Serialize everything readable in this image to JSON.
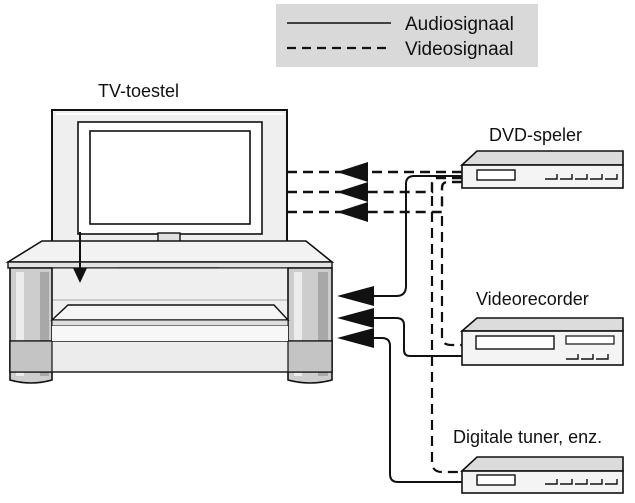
{
  "legend": {
    "audio_label": "Audiosignaal",
    "video_label": "Videosignaal"
  },
  "labels": {
    "tv": "TV-toestel",
    "dvd": "DVD-speler",
    "vcr": "Videorecorder",
    "tuner": "Digitale tuner, enz."
  },
  "colors": {
    "line": "#111111",
    "legend_bg": "#d9d9d9",
    "gray_light": "#efefef",
    "gray_mid": "#cfcfcf",
    "gray_dark": "#9a9a9a"
  }
}
